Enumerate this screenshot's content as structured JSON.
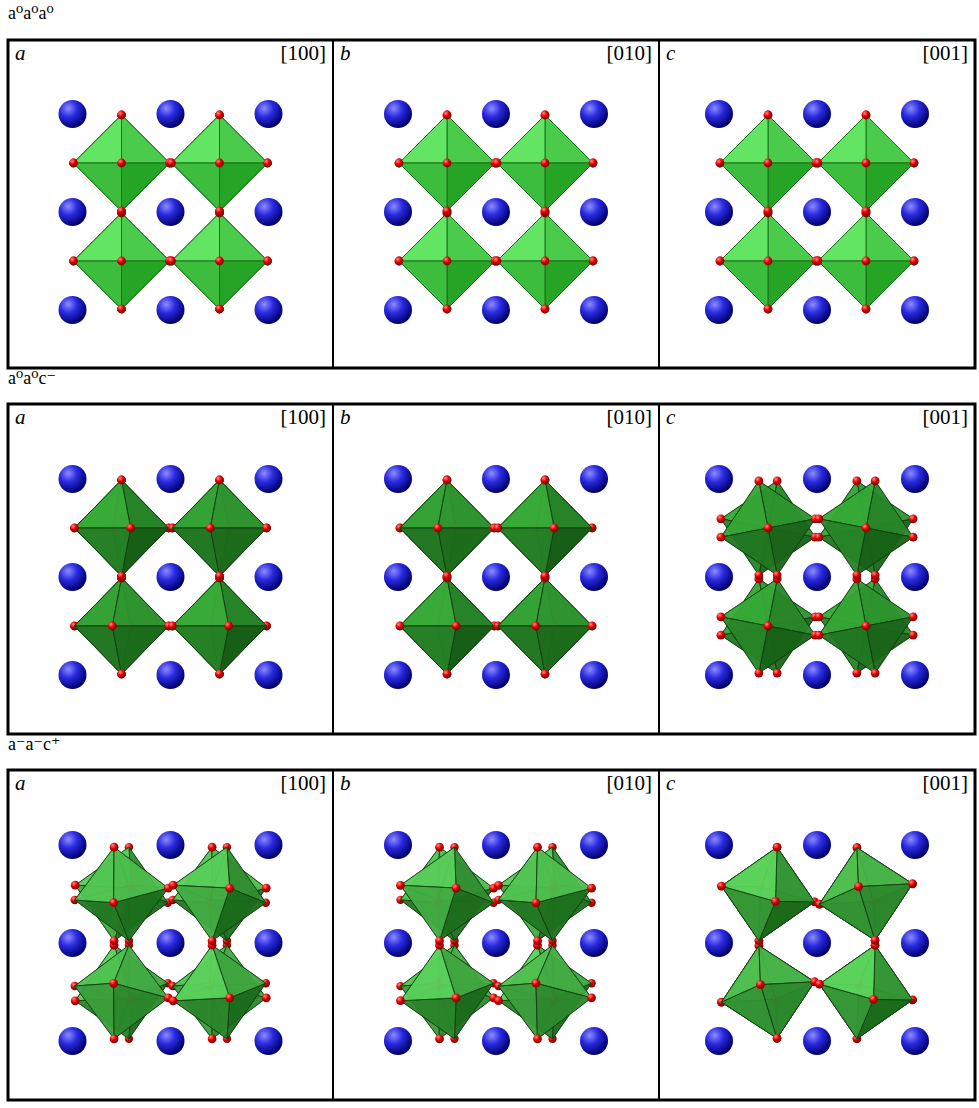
{
  "diagram": {
    "nodes": [
      {
        "text": [
          "a",
          "[100]"
        ]
      },
      {
        "text": [
          "b",
          "[010]"
        ]
      },
      {
        "text": [
          "c",
          "[001]"
        ]
      },
      {
        "text": [
          "a",
          "[100]"
        ]
      },
      {
        "text": [
          "b",
          "[010]"
        ]
      },
      {
        "text": [
          "c",
          "[001]"
        ]
      },
      {
        "text": [
          "a",
          "[100]"
        ]
      },
      {
        "text": [
          "b",
          "[010]"
        ]
      },
      {
        "text": [
          "c",
          "[001]"
        ]
      }
    ],
    "labels": [
      "a⁰a⁰a⁰",
      "a⁰a⁰c⁻",
      "a⁻a⁻c⁺"
    ]
  }
}
